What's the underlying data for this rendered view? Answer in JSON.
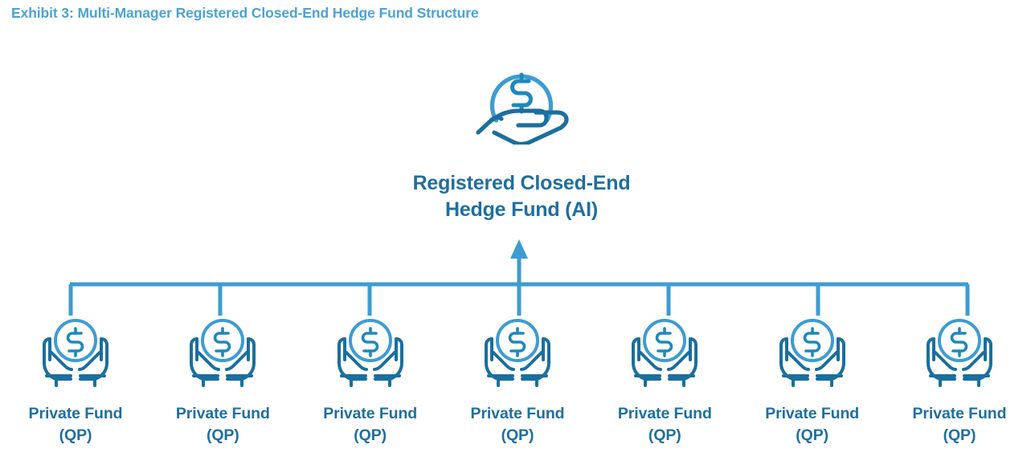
{
  "title": "Exhibit 3: Multi-Manager Registered Closed-End Hedge Fund Structure",
  "colors": {
    "title": "#4ba3d3",
    "label": "#1f6f9e",
    "line": "#3d9cd2",
    "icon_coin": "#3d9cd2",
    "icon_hand": "#1a6f9e",
    "background": "#ffffff"
  },
  "top_node": {
    "icon": "hand-holding-coin-icon",
    "label_line1": "Registered Closed-End",
    "label_line2": "Hedge Fund (AI)"
  },
  "flow": {
    "arrow_direction": "up",
    "arrow_name": "upward-flow-arrow"
  },
  "funds": [
    {
      "icon": "cupped-hands-coin-icon",
      "label_line1": "Private Fund",
      "label_line2": "(QP)"
    },
    {
      "icon": "cupped-hands-coin-icon",
      "label_line1": "Private Fund",
      "label_line2": "(QP)"
    },
    {
      "icon": "cupped-hands-coin-icon",
      "label_line1": "Private Fund",
      "label_line2": "(QP)"
    },
    {
      "icon": "cupped-hands-coin-icon",
      "label_line1": "Private Fund",
      "label_line2": "(QP)"
    },
    {
      "icon": "cupped-hands-coin-icon",
      "label_line1": "Private Fund",
      "label_line2": "(QP)"
    },
    {
      "icon": "cupped-hands-coin-icon",
      "label_line1": "Private Fund",
      "label_line2": "(QP)"
    },
    {
      "icon": "cupped-hands-coin-icon",
      "label_line1": "Private Fund",
      "label_line2": "(QP)"
    }
  ]
}
